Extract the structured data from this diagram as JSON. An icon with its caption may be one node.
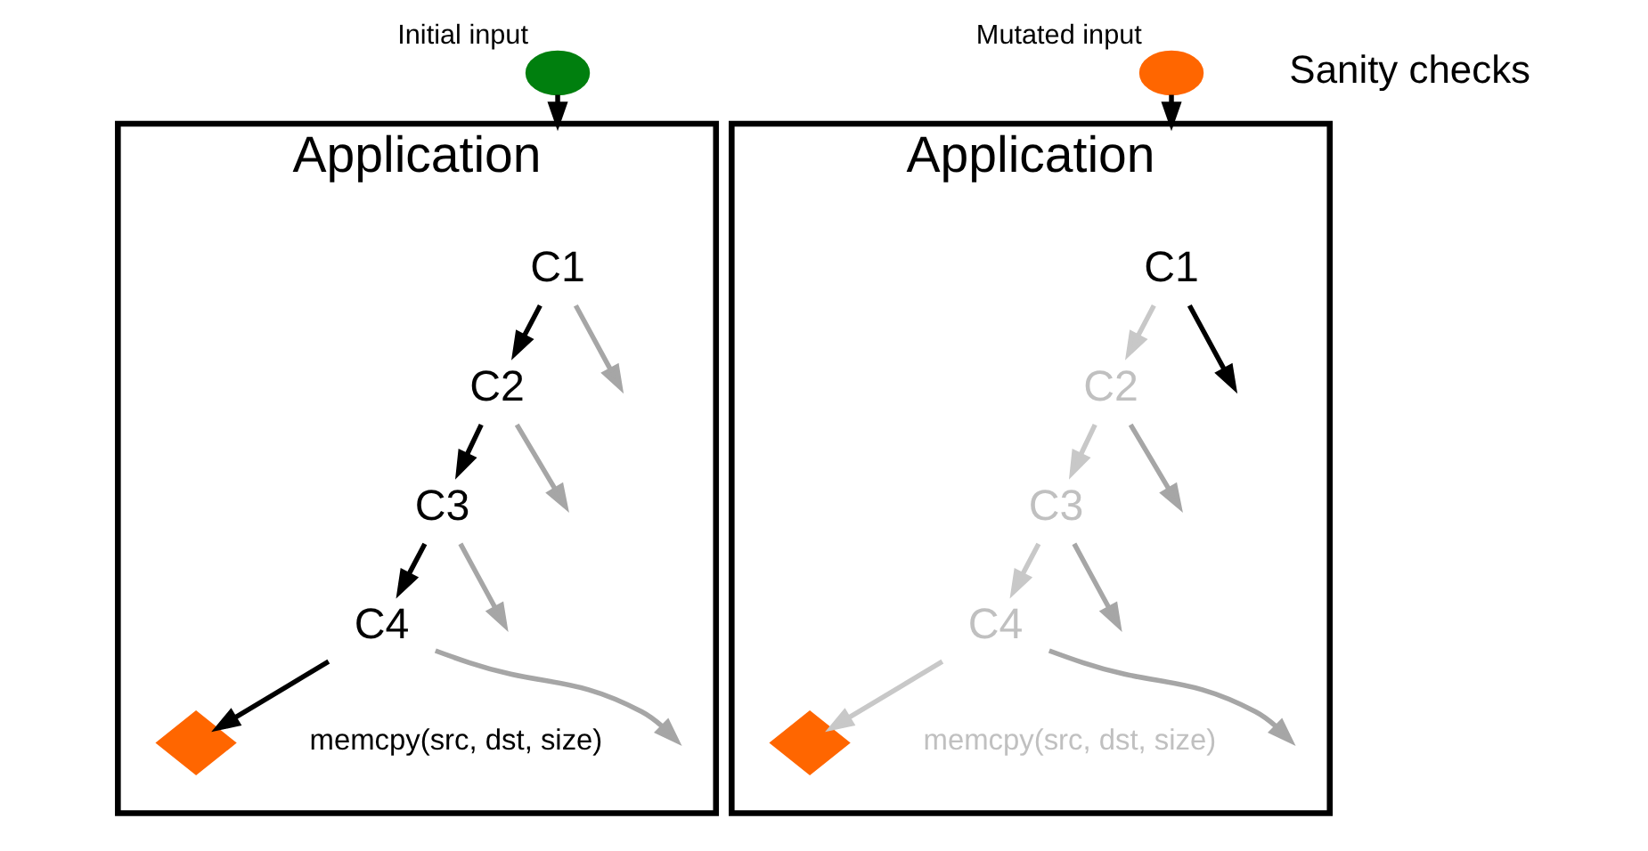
{
  "diagram": {
    "nodes": [
      {
        "text": [],
        "shape": "circle",
        "beside": [
          "Initial input"
        ]
      },
      {
        "text": [
          "Application"
        ]
      },
      {
        "text": [
          "C1"
        ],
        "in": 1
      },
      {
        "text": [
          "C2"
        ],
        "in": 1
      },
      {
        "text": [
          "C3"
        ],
        "in": 1
      },
      {
        "text": [
          "C4"
        ],
        "in": 1
      },
      {
        "text": [],
        "shape": "diamond",
        "in": 1,
        "beside": [
          "memcpy(src, dst, size)"
        ]
      },
      {
        "text": [],
        "shape": "circle",
        "beside": [
          "Mutated input"
        ]
      },
      {
        "text": [
          "Application"
        ]
      },
      {
        "text": [
          "C1"
        ],
        "in": 8
      },
      {
        "text": [
          "C2"
        ],
        "in": 8
      },
      {
        "text": [
          "C3"
        ],
        "in": 8
      },
      {
        "text": [
          "C4"
        ],
        "in": 8
      },
      {
        "text": [],
        "shape": "diamond",
        "in": 8,
        "beside": [
          "memcpy(src, dst, size)"
        ]
      }
    ],
    "edges": [
      {
        "from": 0,
        "to": 1,
        "arrow": "to"
      },
      {
        "from": 2,
        "to": 3,
        "arrow": "to"
      },
      {
        "from": 2,
        "to": null,
        "arrow": "to",
        "color": "#a6a6a6"
      },
      {
        "from": 3,
        "to": null,
        "arrow": "to",
        "color": "#a6a6a6"
      },
      {
        "from": 3,
        "to": 4,
        "arrow": "to"
      },
      {
        "from": 4,
        "to": 5,
        "arrow": "to"
      },
      {
        "from": 4,
        "to": null,
        "arrow": "to",
        "color": "#a6a6a6"
      },
      {
        "from": 5,
        "to": 6,
        "arrow": "to"
      },
      {
        "from": 5,
        "to": null,
        "arrow": "to",
        "color": "#a6a6a6"
      },
      {
        "from": 7,
        "to": 8,
        "arrow": "to"
      },
      {
        "from": 9,
        "to": 10,
        "arrow": "to",
        "color": "#c8c8c8"
      },
      {
        "from": 9,
        "to": null,
        "arrow": "to"
      },
      {
        "from": 10,
        "to": null,
        "arrow": "to",
        "color": "#a6a6a6"
      },
      {
        "from": 10,
        "to": 11,
        "arrow": "to",
        "color": "#c8c8c8"
      },
      {
        "from": 11,
        "to": 12,
        "arrow": "to",
        "color": "#c8c8c8"
      },
      {
        "from": 11,
        "to": null,
        "arrow": "to",
        "color": "#a6a6a6"
      },
      {
        "from": 12,
        "to": 13,
        "arrow": "to",
        "color": "#c8c8c8"
      },
      {
        "from": 12,
        "to": null,
        "arrow": "to",
        "color": "#a6a6a6"
      }
    ],
    "labels": [
      "Sanity checks"
    ]
  }
}
